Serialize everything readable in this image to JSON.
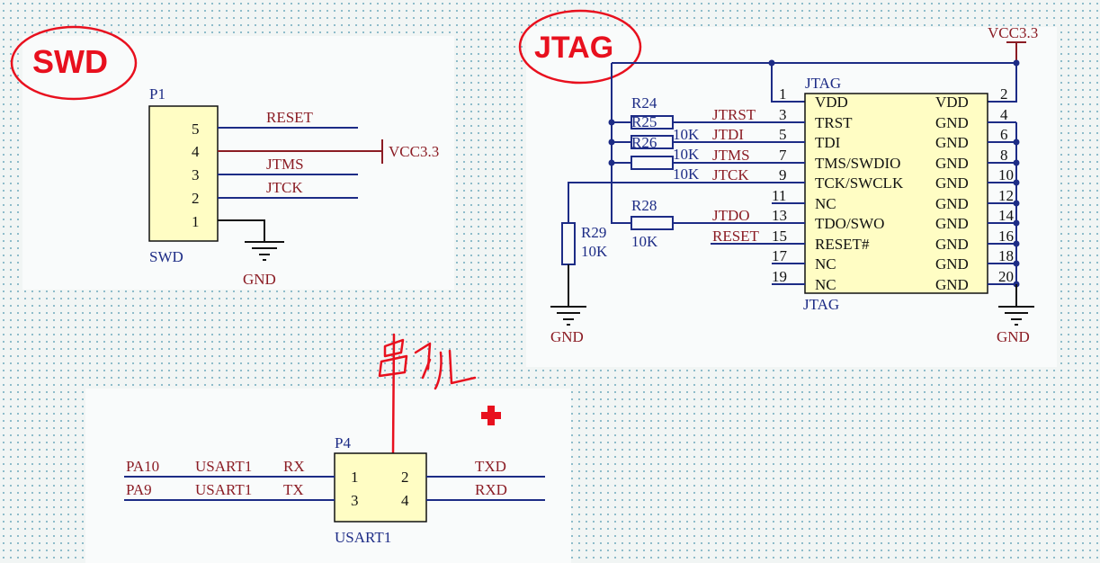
{
  "swd": {
    "title": "SWD",
    "designator": "P1",
    "footer": "SWD",
    "pins": [
      {
        "num": "5",
        "net": "RESET"
      },
      {
        "num": "4",
        "net": ""
      },
      {
        "num": "3",
        "net": "JTMS"
      },
      {
        "num": "2",
        "net": "JTCK"
      },
      {
        "num": "1",
        "net": ""
      }
    ],
    "power": "VCC3.3",
    "ground": "GND"
  },
  "jtag": {
    "title": "JTAG",
    "header": "JTAG",
    "footer": "JTAG",
    "power": "VCC3.3",
    "ground_left": "GND",
    "ground_right": "GND",
    "left_pins": [
      {
        "num": "1",
        "name": "VDD",
        "net": ""
      },
      {
        "num": "3",
        "name": "TRST",
        "net": "JTRST"
      },
      {
        "num": "5",
        "name": "TDI",
        "net": "JTDI"
      },
      {
        "num": "7",
        "name": "TMS/SWDIO",
        "net": "JTMS"
      },
      {
        "num": "9",
        "name": "TCK/SWCLK",
        "net": "JTCK"
      },
      {
        "num": "11",
        "name": "NC",
        "net": ""
      },
      {
        "num": "13",
        "name": "TDO/SWO",
        "net": "JTDO"
      },
      {
        "num": "15",
        "name": "RESET#",
        "net": "RESET"
      },
      {
        "num": "17",
        "name": "NC",
        "net": ""
      },
      {
        "num": "19",
        "name": "NC",
        "net": ""
      }
    ],
    "right_pins": [
      {
        "num": "2",
        "name": "VDD"
      },
      {
        "num": "4",
        "name": "GND"
      },
      {
        "num": "6",
        "name": "GND"
      },
      {
        "num": "8",
        "name": "GND"
      },
      {
        "num": "10",
        "name": "GND"
      },
      {
        "num": "12",
        "name": "GND"
      },
      {
        "num": "14",
        "name": "GND"
      },
      {
        "num": "16",
        "name": "GND"
      },
      {
        "num": "18",
        "name": "GND"
      },
      {
        "num": "20",
        "name": "GND"
      }
    ],
    "resistors": [
      {
        "designator": "R24",
        "value": ""
      },
      {
        "designator": "R25",
        "value": "10K"
      },
      {
        "designator": "R26",
        "value": "10K"
      },
      {
        "designator": "",
        "value": "10K"
      },
      {
        "designator": "R28",
        "value": "10K"
      },
      {
        "designator": "R29",
        "value": "10K"
      }
    ]
  },
  "usart": {
    "designator": "P4",
    "footer": "USART1",
    "left": [
      {
        "net": "PA10",
        "func": "USART1",
        "dir": "RX",
        "pin": "1"
      },
      {
        "net": "PA9",
        "func": "USART1",
        "dir": "TX",
        "pin": "3"
      }
    ],
    "right": [
      {
        "pin": "2",
        "net": "TXD"
      },
      {
        "pin": "4",
        "net": "RXD"
      }
    ]
  },
  "colors": {
    "wire": "#1d2c86",
    "net_label": "#8b1c24",
    "component_fill": "#fffdc4",
    "annotation": "#e8101e"
  }
}
